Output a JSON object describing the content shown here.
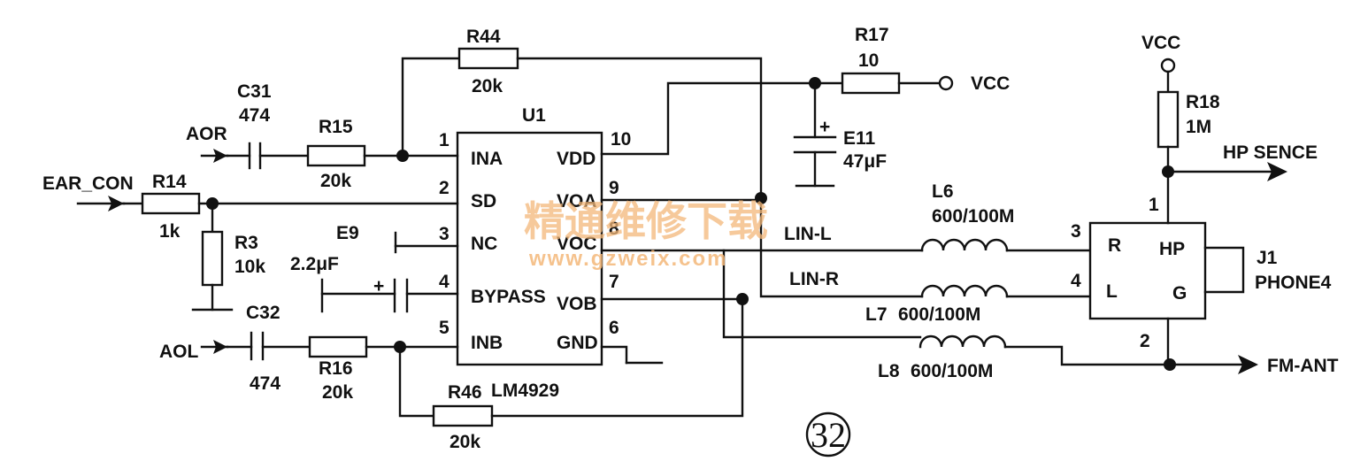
{
  "ic": {
    "ref": "U1",
    "part": "LM4929",
    "pins_left": [
      {
        "num": "1",
        "name": "INA"
      },
      {
        "num": "2",
        "name": "SD"
      },
      {
        "num": "3",
        "name": "NC"
      },
      {
        "num": "4",
        "name": "BYPASS"
      },
      {
        "num": "5",
        "name": "INB"
      }
    ],
    "pins_right": [
      {
        "num": "10",
        "name": "VDD"
      },
      {
        "num": "9",
        "name": "VOA"
      },
      {
        "num": "8",
        "name": "VOC"
      },
      {
        "num": "7",
        "name": "VOB"
      },
      {
        "num": "6",
        "name": "GND"
      }
    ]
  },
  "connector": {
    "ref": "J1",
    "part": "PHONE4",
    "pins": [
      {
        "num": "1",
        "name": "HP"
      },
      {
        "num": "2",
        "name": "G"
      },
      {
        "num": "3",
        "name": "R"
      },
      {
        "num": "4",
        "name": "L"
      }
    ]
  },
  "components": {
    "r44": {
      "ref": "R44",
      "value": "20k"
    },
    "r17": {
      "ref": "R17",
      "value": "10"
    },
    "r15": {
      "ref": "R15",
      "value": "20k"
    },
    "r14": {
      "ref": "R14",
      "value": "1k"
    },
    "r3": {
      "ref": "R3",
      "value": "10k"
    },
    "r16": {
      "ref": "R16",
      "value": "20k"
    },
    "r46": {
      "ref": "R46",
      "value": "20k"
    },
    "r18": {
      "ref": "R18",
      "value": "1M"
    },
    "c31": {
      "ref": "C31",
      "value": "474"
    },
    "c32": {
      "ref": "C32",
      "value": "474"
    },
    "e9": {
      "ref": "E9",
      "value": "2.2μF"
    },
    "e11": {
      "ref": "E11",
      "value": "47μF"
    },
    "l6": {
      "ref": "L6",
      "value": "600/100M"
    },
    "l7": {
      "ref": "L7",
      "value": "600/100M"
    },
    "l8": {
      "ref": "L8",
      "value": "600/100M"
    }
  },
  "nets": {
    "aor": "AOR",
    "aol": "AOL",
    "ear_con": "EAR_CON",
    "vcc_top": "VCC",
    "vcc_right": "VCC",
    "hp_sence": "HP SENCE",
    "fm_ant": "FM-ANT",
    "lin_l": "LIN-L",
    "lin_r": "LIN-R"
  },
  "watermark": {
    "title": "精通维修下载",
    "url": "www.gzweix.com"
  },
  "figure_number": "32"
}
